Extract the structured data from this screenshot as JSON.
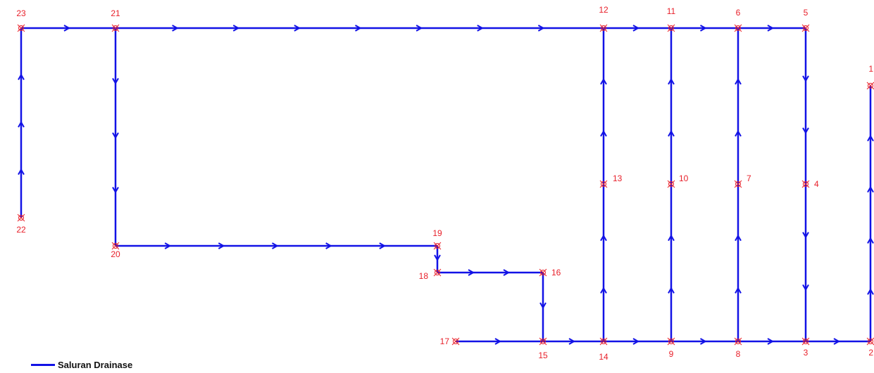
{
  "colors": {
    "pipe": "#1212e6",
    "node": "#e8202a"
  },
  "legend": {
    "label": "Saluran Drainase"
  },
  "nodes": [
    "1",
    "2",
    "3",
    "4",
    "5",
    "6",
    "7",
    "8",
    "9",
    "10",
    "11",
    "12",
    "13",
    "14",
    "15",
    "16",
    "17",
    "18",
    "19",
    "20",
    "21",
    "22",
    "23"
  ],
  "pipes": [
    [
      "23",
      "21"
    ],
    [
      "21",
      "12"
    ],
    [
      "12",
      "11"
    ],
    [
      "11",
      "6"
    ],
    [
      "6",
      "5"
    ],
    [
      "22",
      "23"
    ],
    [
      "21",
      "20"
    ],
    [
      "20",
      "19"
    ],
    [
      "19",
      "18"
    ],
    [
      "18",
      "16"
    ],
    [
      "16",
      "15"
    ],
    [
      "17",
      "15"
    ],
    [
      "15",
      "14"
    ],
    [
      "14",
      "9"
    ],
    [
      "9",
      "8"
    ],
    [
      "8",
      "3"
    ],
    [
      "3",
      "2"
    ],
    [
      "14",
      "13"
    ],
    [
      "13",
      "12"
    ],
    [
      "9",
      "10"
    ],
    [
      "10",
      "11"
    ],
    [
      "8",
      "7"
    ],
    [
      "7",
      "6"
    ],
    [
      "5",
      "4"
    ],
    [
      "4",
      "3"
    ],
    [
      "2",
      "1"
    ]
  ]
}
